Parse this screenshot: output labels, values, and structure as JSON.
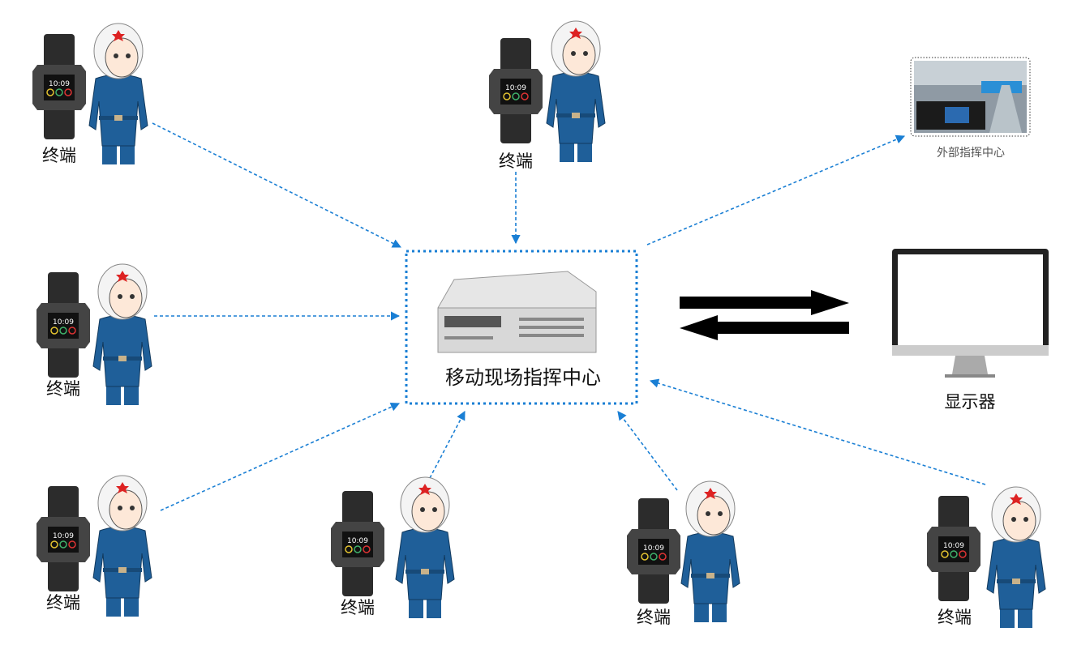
{
  "terminal_label": "终端",
  "watch_time": "10:09",
  "center": {
    "label": "移动现场指挥中心"
  },
  "external_center": {
    "label": "外部指挥中心"
  },
  "monitor": {
    "label": "显示器"
  },
  "colors": {
    "link": "#1a7fd4",
    "arrow": "#000000",
    "uniform": "#1f5f99"
  },
  "terminals": [
    {
      "label": "终端"
    },
    {
      "label": "终端"
    },
    {
      "label": "终端"
    },
    {
      "label": "终端"
    },
    {
      "label": "终端"
    },
    {
      "label": "终端"
    },
    {
      "label": "终端"
    }
  ]
}
